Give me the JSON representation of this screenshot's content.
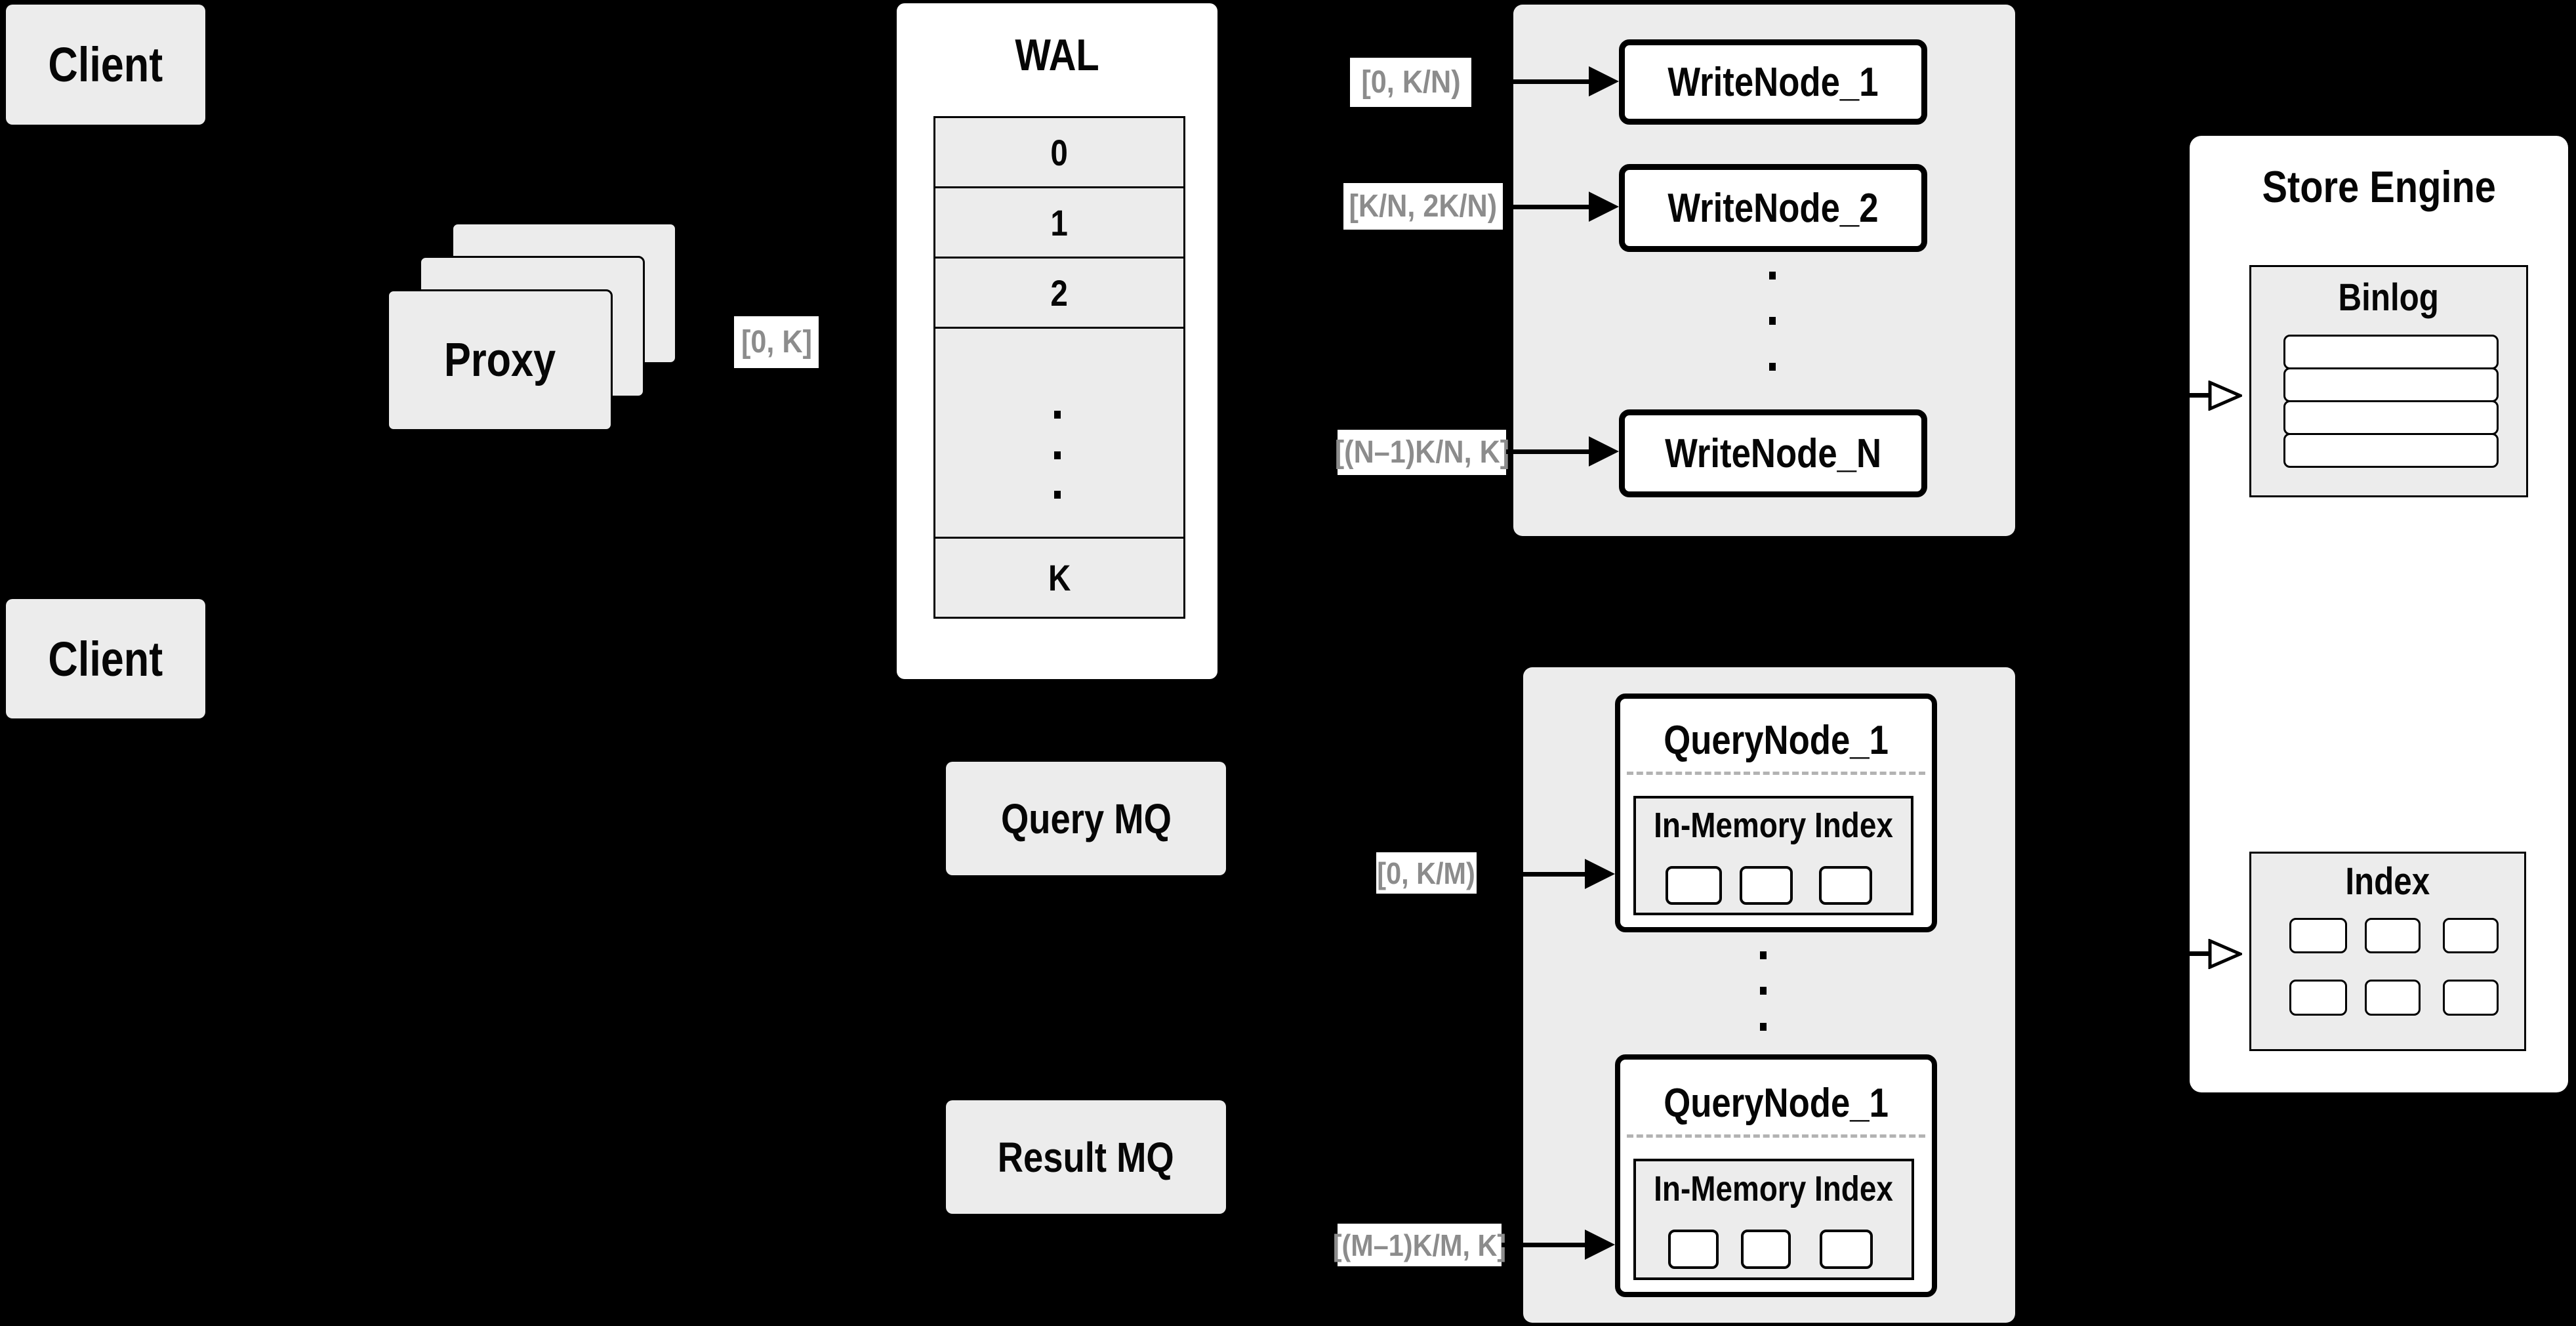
{
  "colors": {
    "background": "#000000",
    "panel_gray": "#ececec",
    "line_black": "#000000",
    "range_text_gray": "#8c8c8c",
    "dashed_gray": "#b3b3b3"
  },
  "clients": {
    "top_label": "Client",
    "bottom_label": "Client"
  },
  "proxy": {
    "label": "Proxy"
  },
  "wal": {
    "title": "WAL",
    "rows": [
      "0",
      "1",
      "2"
    ],
    "last_row": "K"
  },
  "range_labels": {
    "proxy_to_wal": "[0, K]",
    "to_write_node_1": "[0, K/N)",
    "to_write_node_2": "[K/N, 2K/N)",
    "to_write_node_n": "[(N–1)K/N, K]",
    "to_query_node_top": "[0, K/M)",
    "to_query_node_bottom": "[(M–1)K/M, K]"
  },
  "write_nodes": {
    "node_1": "WriteNode_1",
    "node_2": "WriteNode_2",
    "node_n": "WriteNode_N"
  },
  "query_nodes": {
    "top": {
      "title": "QueryNode_1",
      "inner_title": "In-Memory Index"
    },
    "bottom": {
      "title": "QueryNode_1",
      "inner_title": "In-Memory Index"
    }
  },
  "mq": {
    "query_label": "Query MQ",
    "result_label": "Result MQ"
  },
  "store_engine": {
    "title": "Store Engine",
    "binlog_title": "Binlog",
    "index_title": "Index"
  }
}
